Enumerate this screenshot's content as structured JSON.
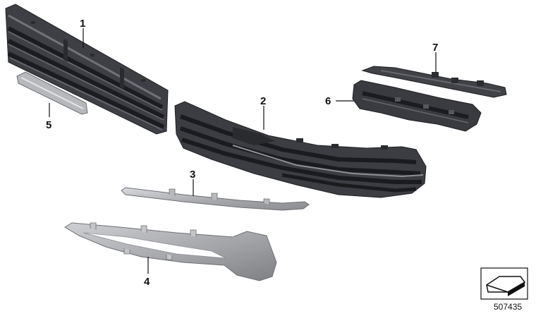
{
  "callouts": [
    {
      "id": "callout-1",
      "label": "1"
    },
    {
      "id": "callout-2",
      "label": "2"
    },
    {
      "id": "callout-3",
      "label": "3"
    },
    {
      "id": "callout-4",
      "label": "4"
    },
    {
      "id": "callout-5",
      "label": "5"
    },
    {
      "id": "callout-6",
      "label": "6"
    },
    {
      "id": "callout-7",
      "label": "7"
    }
  ],
  "diagram_number": "507435",
  "icon": "car-front-corner-icon"
}
